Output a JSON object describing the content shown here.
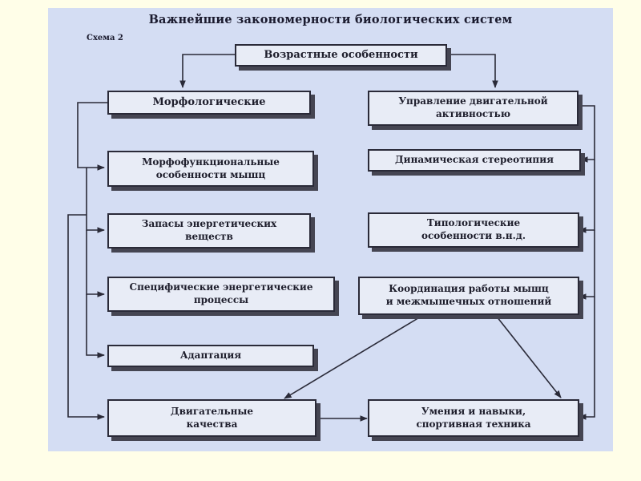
{
  "title": "Важнейшие закономерности биологических систем",
  "scheme_label": "Схема 2",
  "nodes": {
    "age": "Возрастные особенности",
    "morph": "Морфологические",
    "control": "Управление двигательной\nактивностью",
    "morphofunc": "Морфофункциональные\nособенности мышц",
    "dynamic": "Динамическая стереотипия",
    "energy_reserves": "Запасы энергетических\nвеществ",
    "typological": "Типологические\nособенности в.н.д.",
    "energy_processes": "Специфические энергетические\nпроцессы",
    "coordination": "Координация работы мышц\nи межмышечных отношений",
    "adaptation": "Адаптация",
    "motor_qualities": "Двигательные\nкачества",
    "skills": "Умения и навыки,\nспортивная техника"
  },
  "edges": [
    [
      "age",
      "morph"
    ],
    [
      "age",
      "control"
    ],
    [
      "morph",
      "morphofunc"
    ],
    [
      "morph",
      "energy_reserves"
    ],
    [
      "morph",
      "energy_processes"
    ],
    [
      "morph",
      "adaptation"
    ],
    [
      "morph",
      "motor_qualities"
    ],
    [
      "control",
      "dynamic"
    ],
    [
      "control",
      "typological"
    ],
    [
      "control",
      "coordination"
    ],
    [
      "control",
      "skills"
    ],
    [
      "coordination",
      "motor_qualities"
    ],
    [
      "coordination",
      "skills"
    ],
    [
      "motor_qualities",
      "skills"
    ]
  ]
}
